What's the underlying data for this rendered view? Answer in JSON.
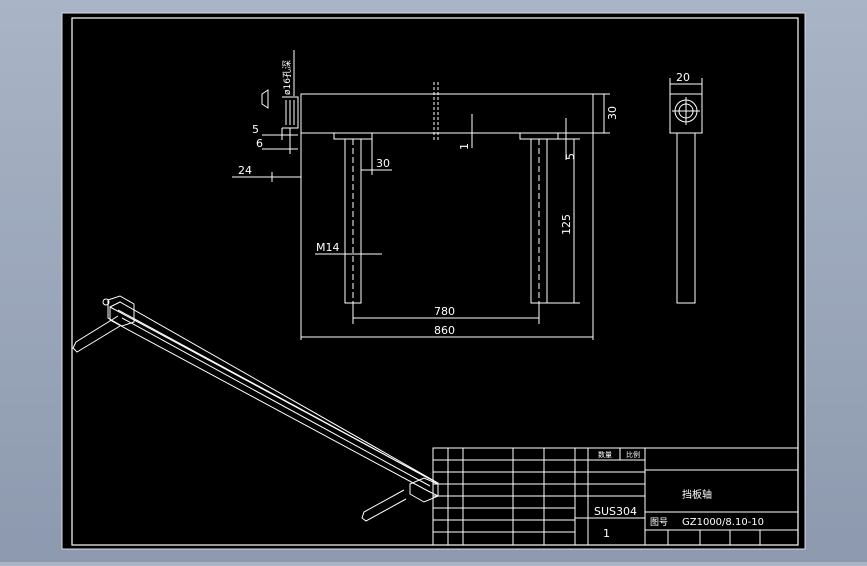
{
  "colors": {
    "background": "#8d99ae",
    "sheet": "#000000",
    "line": "#ffffff"
  },
  "dimensions": {
    "d_hole": "ø16孔深",
    "d5_left": "5",
    "d6_left": "6",
    "d24": "24",
    "d30_leg": "30",
    "d30_height": "30",
    "d1": "1",
    "d5_right": "5",
    "d125": "125",
    "dM14": "M14",
    "d780": "780",
    "d860": "860",
    "d20": "20"
  },
  "title_block": {
    "label_quantity": "数量",
    "label_ratio": "比例",
    "part_name": "挡板轴",
    "material": "SUS304",
    "quantity": "1",
    "label_drawing_no": "图号",
    "drawing_no": "GZ1000/8.10-10"
  }
}
